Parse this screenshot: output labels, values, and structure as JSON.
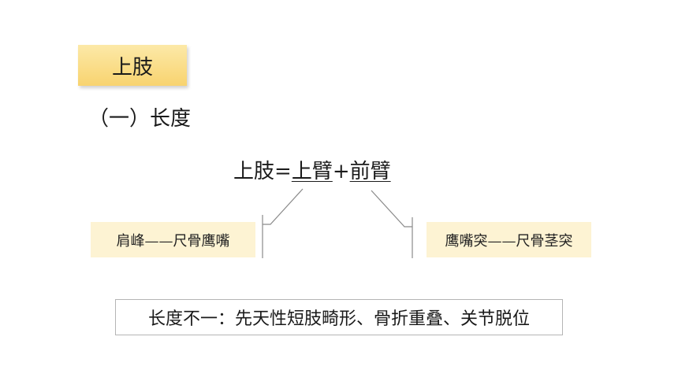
{
  "section_label": "上肢",
  "subtitle": "（一）长度",
  "formula": {
    "whole": "上肢",
    "equals": "=",
    "part1": "上臂",
    "plus": "+",
    "part2": "前臂"
  },
  "notes": {
    "upper_arm": "肩峰——尺骨鹰嘴",
    "forearm": "鹰嘴突——尺骨茎突"
  },
  "summary": "长度不一：先天性短肢畸形、骨折重叠、关节脱位",
  "colors": {
    "label_fill": "#f8d36f",
    "note_fill": "#fdf3d3",
    "connector_stroke": "#8a8a8a"
  }
}
